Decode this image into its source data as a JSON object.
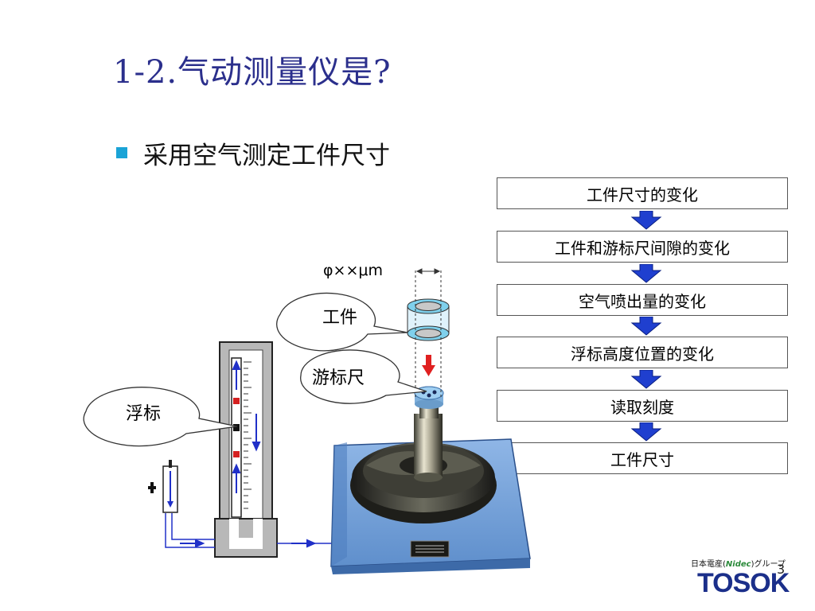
{
  "slide": {
    "title": "1-2.气动测量仪是?",
    "bullet": "采用空气测定工件尺寸",
    "page_number": "3"
  },
  "flow": [
    "工件尺寸的变化",
    "工件和游标尺间隙的变化",
    "空气喷出量的变化",
    "浮标高度位置的变化",
    "读取刻度",
    "工件尺寸"
  ],
  "diagram": {
    "callout_workpiece": "工件",
    "callout_gauge": "游标尺",
    "callout_float": "浮标",
    "dimension_label": "φ××μm"
  },
  "logo": {
    "top_text_a": "日本電産(",
    "top_text_b": "Nidec",
    "top_text_c": ")グループ",
    "brand": "TOSOK"
  },
  "colors": {
    "title": "#2b2f8c",
    "bullet": "#1aa3d6",
    "flow_arrow": "#1f3fcf",
    "base": "#6f9ed6",
    "tube_blue": "#2030c8",
    "red_arrow": "#e02020"
  }
}
